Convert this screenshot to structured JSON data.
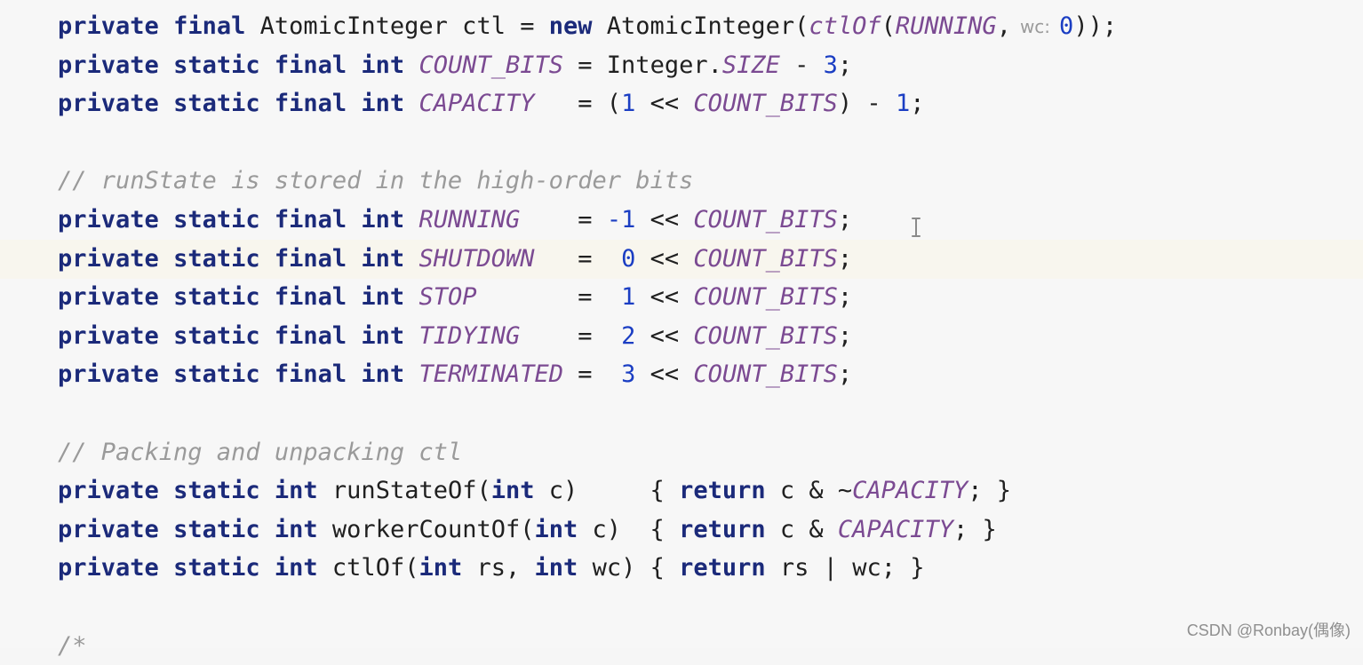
{
  "code": {
    "line1": {
      "k1": "private",
      "k2": "final",
      "t1": "AtomicInteger ctl = ",
      "k3": "new",
      "t2": "AtomicInteger(",
      "fn": "ctlOf",
      "p1": "(",
      "c1": "RUNNING",
      "p2": ",",
      "hint": "wc:",
      "n1": "0",
      "p3": "));"
    },
    "line2": {
      "k1": "private",
      "k2": "static",
      "k3": "final",
      "k4": "int",
      "c1": "COUNT_BITS",
      "t1": " = Integer.",
      "c2": "SIZE",
      "t2": " - ",
      "n1": "3",
      "t3": ";"
    },
    "line3": {
      "k1": "private",
      "k2": "static",
      "k3": "final",
      "k4": "int",
      "c1": "CAPACITY",
      "t1": "   = (",
      "n1": "1",
      "t2": " << ",
      "c2": "COUNT_BITS",
      "t3": ") - ",
      "n2": "1",
      "t4": ";"
    },
    "comment1": "// runState is stored in the high-order bits",
    "line5": {
      "k1": "private",
      "k2": "static",
      "k3": "final",
      "k4": "int",
      "c1": "RUNNING",
      "t1": "    = ",
      "n1": "-1",
      "t2": " << ",
      "c2": "COUNT_BITS",
      "t3": ";"
    },
    "line6": {
      "k1": "private",
      "k2": "static",
      "k3": "final",
      "k4": "int",
      "c1": "SHUTDOWN",
      "t1": "   =  ",
      "n1": "0",
      "t2": " << ",
      "c2": "COUNT_BITS",
      "t3": ";"
    },
    "line7": {
      "k1": "private",
      "k2": "static",
      "k3": "final",
      "k4": "int",
      "c1": "STOP",
      "t1": "       =  ",
      "n1": "1",
      "t2": " << ",
      "c2": "COUNT_BITS",
      "t3": ";"
    },
    "line8": {
      "k1": "private",
      "k2": "static",
      "k3": "final",
      "k4": "int",
      "c1": "TIDYING",
      "t1": "    =  ",
      "n1": "2",
      "t2": " << ",
      "c2": "COUNT_BITS",
      "t3": ";"
    },
    "line9": {
      "k1": "private",
      "k2": "static",
      "k3": "final",
      "k4": "int",
      "c1": "TERMINATED",
      "t1": " =  ",
      "n1": "3",
      "t2": " << ",
      "c2": "COUNT_BITS",
      "t3": ";"
    },
    "comment2": "// Packing and unpacking ctl",
    "line12": {
      "k1": "private",
      "k2": "static",
      "k3": "int",
      "t1": "runStateOf(",
      "k4": "int",
      "t2": " c)     { ",
      "k5": "return",
      "t3": " c & ~",
      "c1": "CAPACITY",
      "t4": "; }"
    },
    "line13": {
      "k1": "private",
      "k2": "static",
      "k3": "int",
      "t1": "workerCountOf(",
      "k4": "int",
      "t2": " c)  { ",
      "k5": "return",
      "t3": " c & ",
      "c1": "CAPACITY",
      "t4": "; }"
    },
    "line14": {
      "k1": "private",
      "k2": "static",
      "k3": "int",
      "t1": "ctlOf(",
      "k4": "int",
      "t2": " rs, ",
      "k5": "int",
      "t3": " wc) { ",
      "k6": "return",
      "t4": " rs | wc; }"
    },
    "comment3": "/*"
  },
  "watermark": "CSDN @Ronbay(偶像)"
}
